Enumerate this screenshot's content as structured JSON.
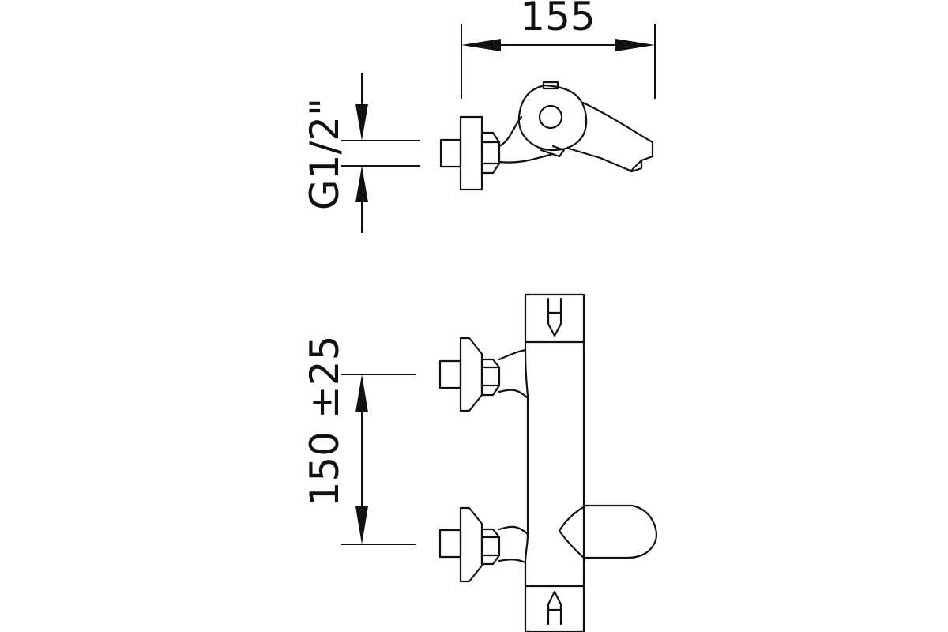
{
  "drawing": {
    "line_color": "#111111",
    "background": "#ffffff",
    "side_view": {
      "dimension_width": "155",
      "thread_label": "G1/2\""
    },
    "front_view": {
      "dimension_spacing": "150 ±25",
      "outlet_marks": [
        "cold-water-mark",
        "hot-water-mark"
      ]
    }
  }
}
